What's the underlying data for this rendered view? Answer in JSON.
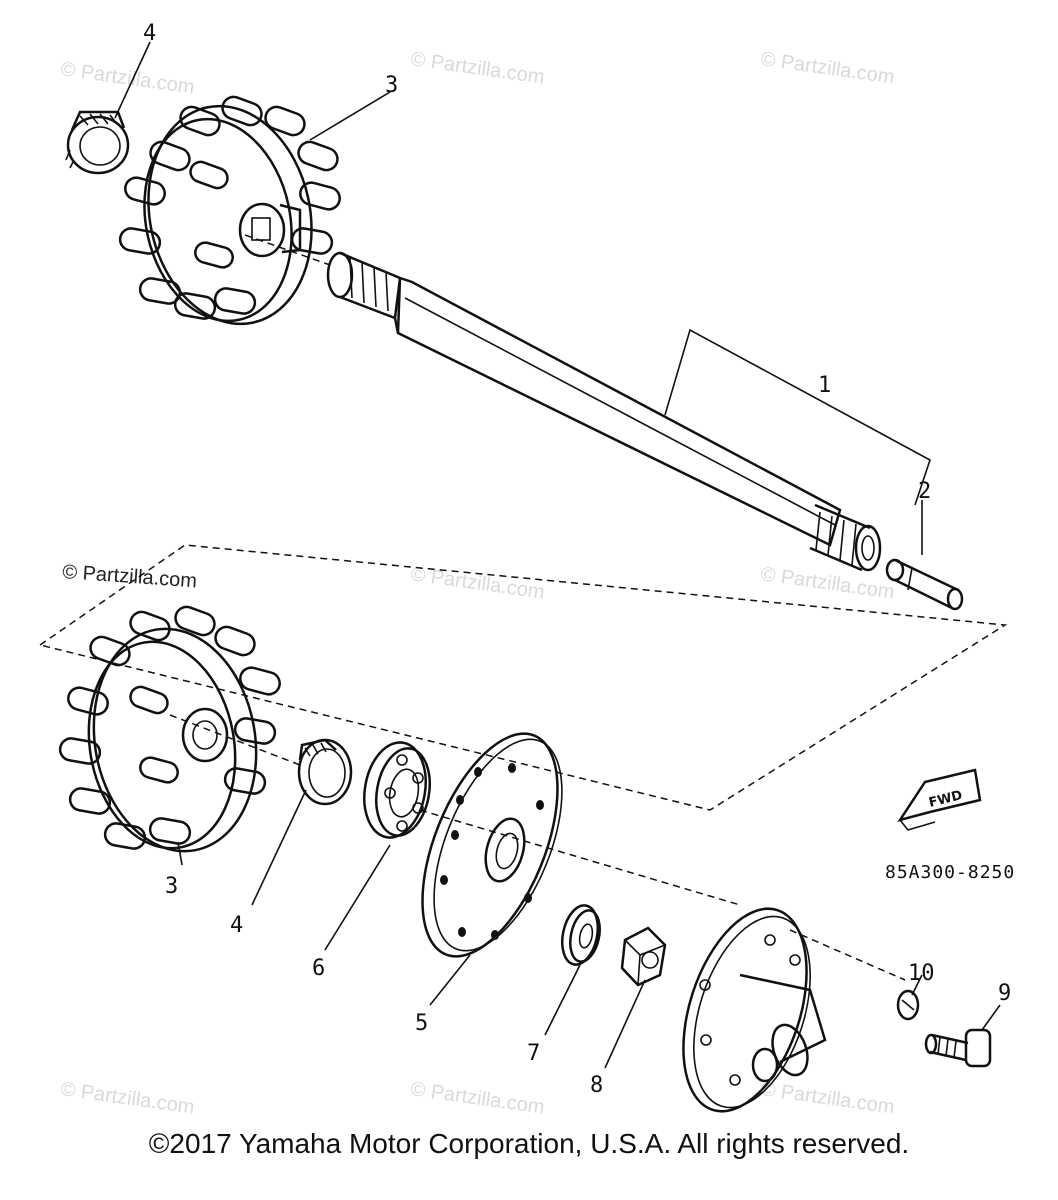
{
  "watermarks": {
    "faint": "© Partzilla.com",
    "strong": "© Partzilla.com"
  },
  "callouts": {
    "c1": "1",
    "c2": "2",
    "c3_top": "3",
    "c3_bottom": "3",
    "c4_top": "4",
    "c4_bottom": "4",
    "c5": "5",
    "c6": "6",
    "c7": "7",
    "c8": "8",
    "c9": "9",
    "c10": "10"
  },
  "fwd_label": "FWD",
  "part_number": "85A300-8250",
  "copyright": "©2017 Yamaha Motor Corporation, U.S.A. All rights reserved."
}
